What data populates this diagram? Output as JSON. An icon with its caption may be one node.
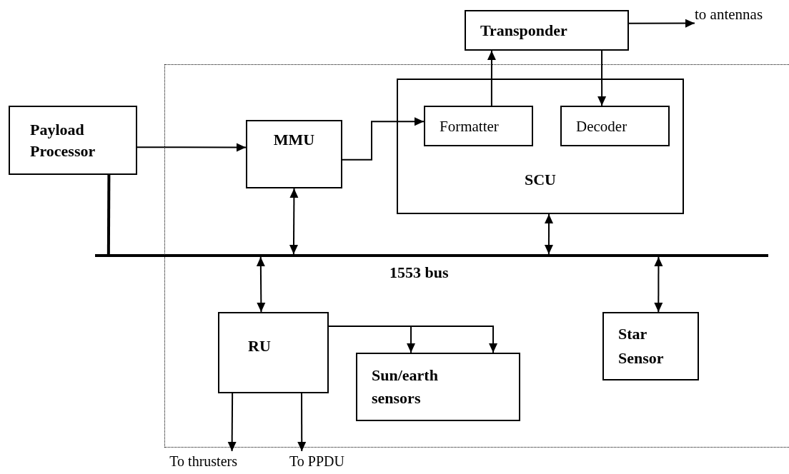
{
  "diagram": {
    "nodes": [
      {
        "text": [
          "Payload Processor"
        ]
      },
      {
        "text": [],
        "shape": "box"
      },
      {
        "text": [
          "MMU"
        ],
        "in": 1
      },
      {
        "text": [
          "Transponder"
        ]
      },
      {
        "text": [
          "SCU"
        ],
        "in": 1
      },
      {
        "text": [
          "Formatter"
        ],
        "in": 4
      },
      {
        "text": [
          "Decoder"
        ],
        "in": 4
      },
      {
        "text": [],
        "shape": "bar",
        "beside": [
          "1553 bus"
        ]
      },
      {
        "text": [
          "RU"
        ],
        "in": 1
      },
      {
        "text": [
          "Sun/earth sensors"
        ],
        "in": 1
      },
      {
        "text": [
          "Star Sensor"
        ],
        "in": 1
      },
      {
        "text": [
          "to antennas"
        ]
      },
      {
        "text": [
          "To thrusters"
        ]
      },
      {
        "text": [
          "To PPDU"
        ]
      }
    ],
    "edges": [
      {
        "from": 0,
        "to": 2,
        "arrow": "to"
      },
      {
        "from": 2,
        "to": 5,
        "arrow": "to"
      },
      {
        "from": 5,
        "to": 3,
        "arrow": "to"
      },
      {
        "from": 3,
        "to": 6,
        "arrow": "to"
      },
      {
        "from": 3,
        "to": 11,
        "arrow": "to"
      },
      {
        "from": 0,
        "to": 7,
        "arrow": "none",
        "style": "thick"
      },
      {
        "from": 7,
        "to": 2,
        "arrow": "both"
      },
      {
        "from": 7,
        "to": 4,
        "arrow": "both"
      },
      {
        "from": 7,
        "to": 8,
        "arrow": "both"
      },
      {
        "from": 7,
        "to": 10,
        "arrow": "both"
      },
      {
        "from": 8,
        "to": 9,
        "arrow": "to"
      },
      {
        "from": 8,
        "to": 9,
        "arrow": "to"
      },
      {
        "from": 8,
        "to": 12,
        "arrow": "to"
      },
      {
        "from": 8,
        "to": 13,
        "arrow": "to"
      }
    ]
  }
}
